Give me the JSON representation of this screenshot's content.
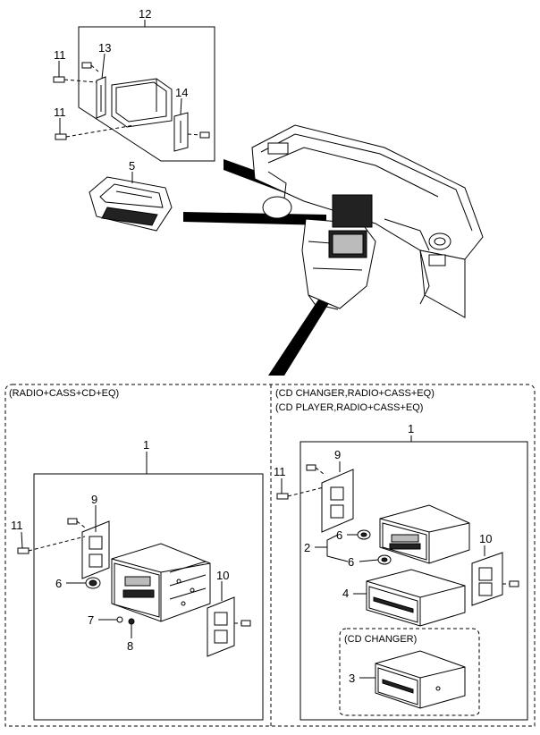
{
  "top_section": {
    "callouts": {
      "c12": "12",
      "c13": "13",
      "c14": "14",
      "c11a": "11",
      "c11b": "11",
      "c5": "5"
    }
  },
  "left_section": {
    "caption": "(RADIO+CASS+CD+EQ)",
    "callouts": {
      "c1": "1",
      "c9": "9",
      "c11": "11",
      "c6": "6",
      "c10": "10",
      "c7": "7",
      "c8": "8"
    }
  },
  "right_section": {
    "caption_line1": "(CD CHANGER,RADIO+CASS+EQ)",
    "caption_line2": "(CD PLAYER,RADIO+CASS+EQ)",
    "callouts": {
      "c1": "1",
      "c11": "11",
      "c9": "9",
      "c2": "2",
      "c6a": "6",
      "c6b": "6",
      "c10": "10",
      "c4": "4",
      "c3": "3"
    },
    "sub_caption": "(CD CHANGER)"
  }
}
